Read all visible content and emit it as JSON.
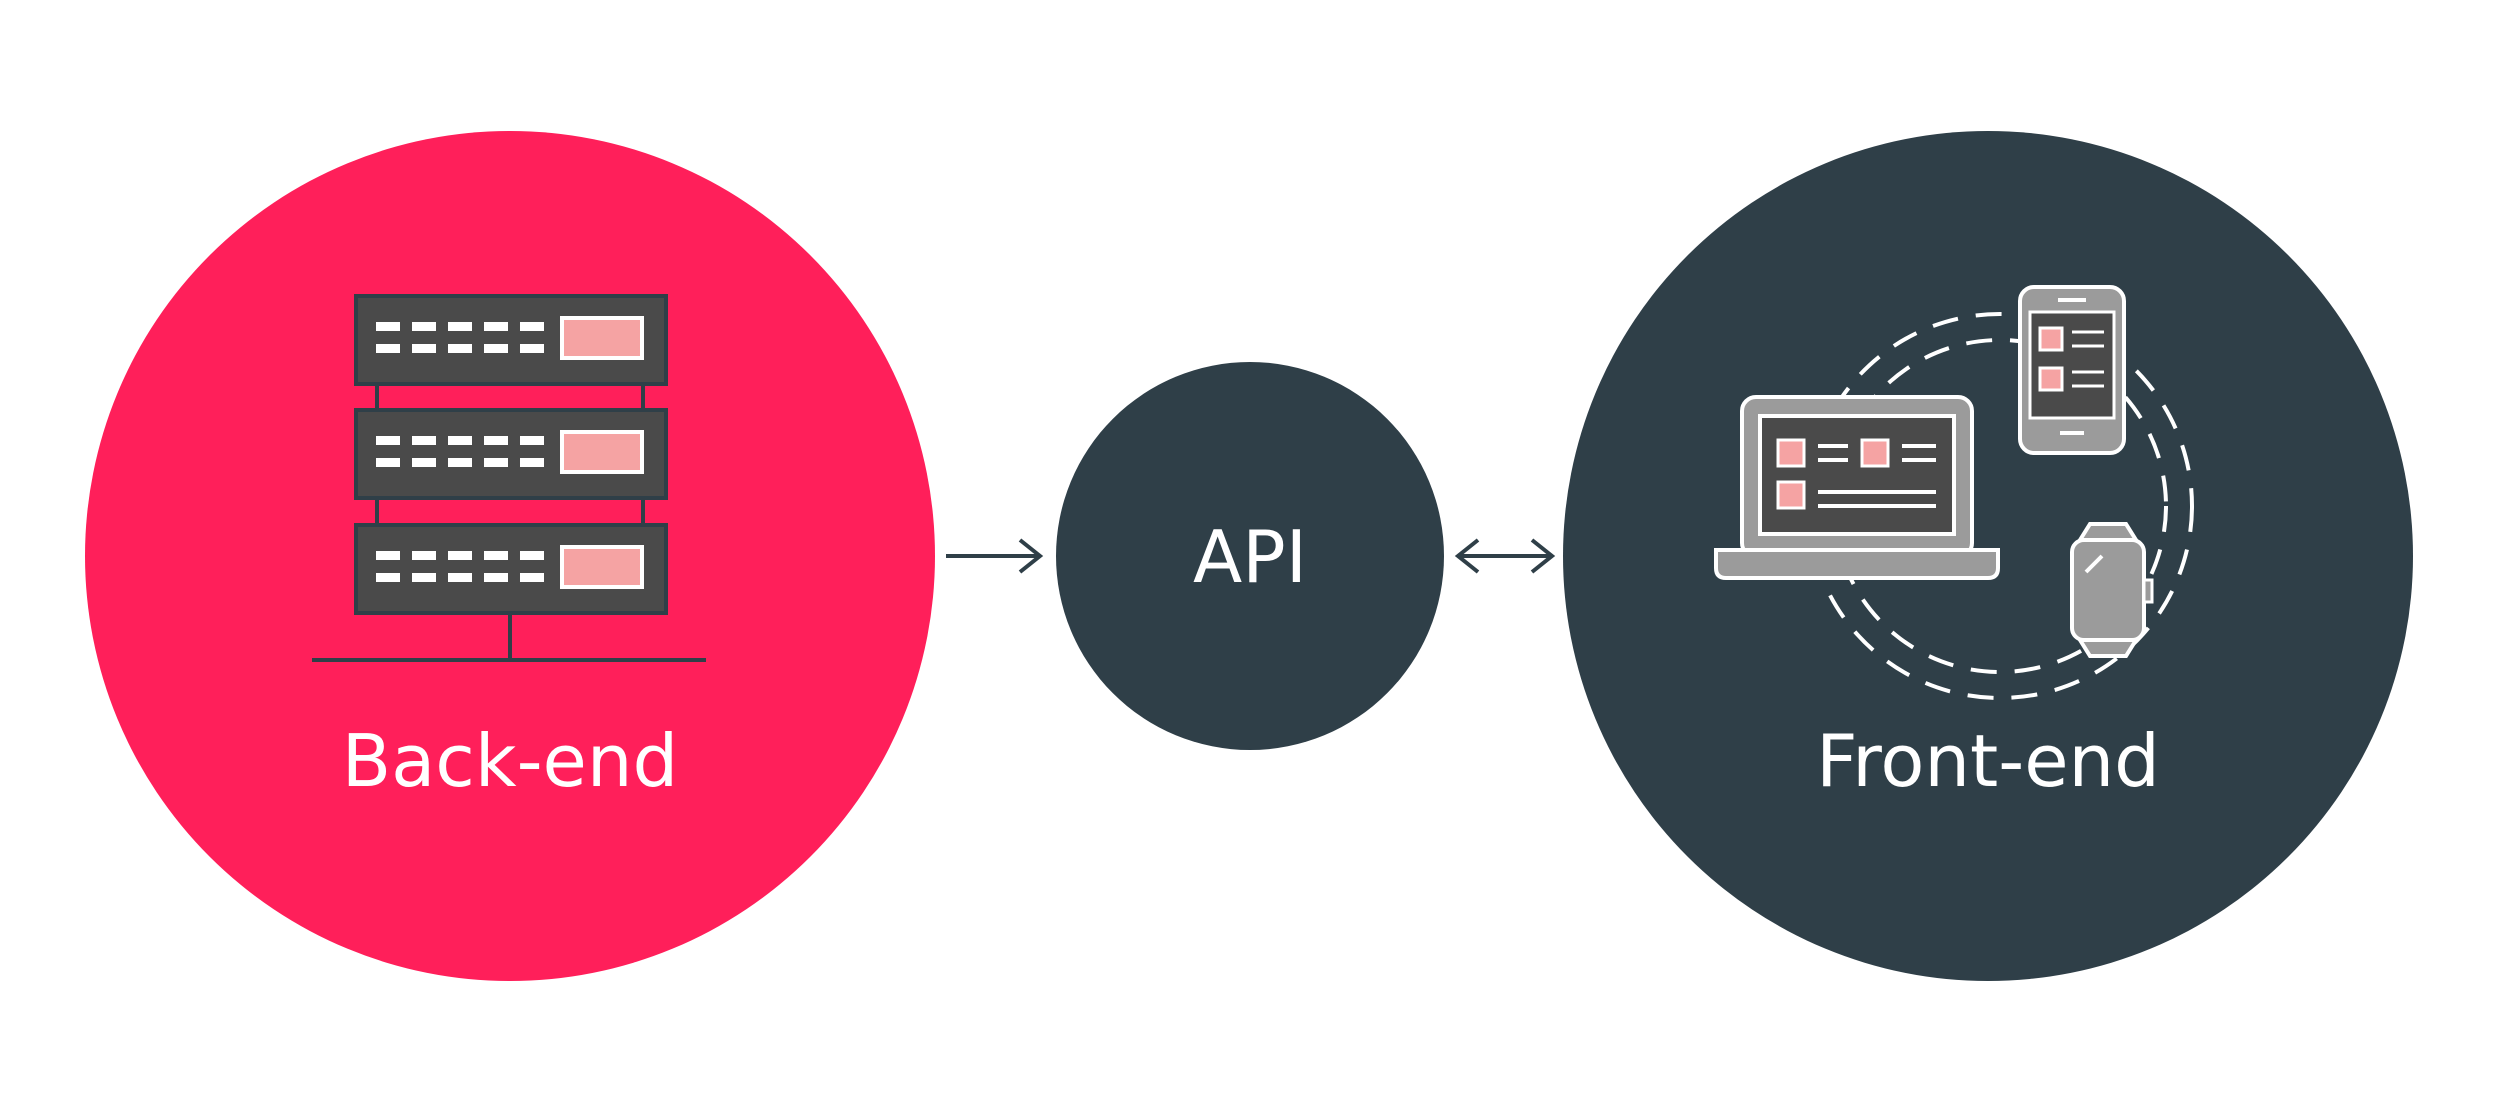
{
  "diagram": {
    "backend": {
      "label": "Back-end",
      "icon": "server-rack-icon"
    },
    "api": {
      "label": "API"
    },
    "frontend": {
      "label": "Front-end",
      "icons": [
        "laptop-icon",
        "smartphone-icon",
        "smartwatch-icon"
      ]
    },
    "connections": [
      {
        "from": "Back-end",
        "to": "API",
        "direction": "one-way"
      },
      {
        "from": "API",
        "to": "Front-end",
        "direction": "two-way"
      }
    ]
  },
  "colors": {
    "backend_fill": "#ff1f5a",
    "node_dark": "#2f3f48",
    "icon_body": "#4a4a4a",
    "icon_accent": "#f5a3a3",
    "icon_grey": "#9b9b9b",
    "line": "#2f3f48",
    "text": "#ffffff"
  }
}
